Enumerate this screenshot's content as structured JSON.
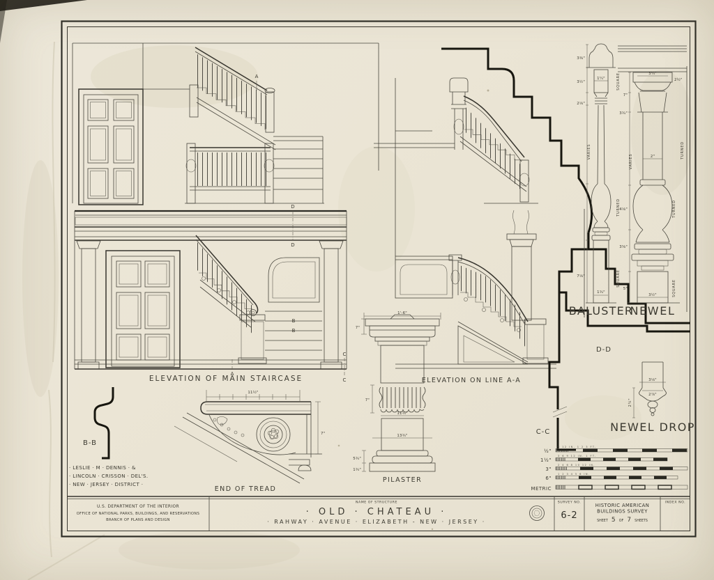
{
  "labels": {
    "elevation_main": "ELEVATION OF MAIN STAIRCASE",
    "elevation_aa": "ELEVATION ON LINE A-A",
    "section_bb": "B-B",
    "section_cc": "C-C",
    "section_dd": "D-D"
  },
  "markers": {
    "a": "A",
    "b": "B",
    "c": "C",
    "d": "D"
  },
  "credits": [
    "· LESLIE · M · DENNIS · &",
    "· LINCOLN · CRISSON · DEL'S.",
    "· NEW · JERSEY · DISTRICT ·"
  ],
  "details": {
    "words": {
      "turned": "TURNED",
      "square": "SQUARE",
      "varies": "VARIES"
    },
    "baluster": {
      "label": "BALUSTER",
      "dims": {
        "cap": "3⅜\"",
        "square_top": "3½\"",
        "width_top": "1¼\"",
        "neck": "2⅛\"",
        "base": "7⅛\"",
        "base_width": "1¾\""
      }
    },
    "newel": {
      "label": "NEWEL",
      "dims": {
        "cap_width": "3¼\"",
        "cap_side": "2½\"",
        "cap_h": "7\"",
        "sub_h": "3¾\"",
        "shaft_width": "2\"",
        "bulb_h": "4⅛\"",
        "lower_h": "3⅝\"",
        "base_h": "5\"",
        "base_width": "3½\""
      }
    },
    "newel_drop": {
      "label": "NEWEL DROP",
      "dims": {
        "top": "3⅛\"",
        "mid": "2⅞\"",
        "side": "2¼\""
      }
    },
    "pilaster": {
      "label": "PILASTER",
      "dims": {
        "top_width": "1'-6\"",
        "cap_h": "7\"",
        "mid_h": "7\"",
        "shaft_width": "11¾\"",
        "base_width": "13¾\"",
        "base_h1": "5¾\"",
        "base_h2": "1¾\""
      }
    },
    "tread": {
      "label": "END OF TREAD",
      "dims": {
        "width": "11½\"",
        "height": "7\""
      }
    }
  },
  "scales": {
    "rows": [
      {
        "label": "½\"",
        "ticks": "6  12 IN.  1  2  3  FT."
      },
      {
        "label": "1½\"",
        "ticks": "3  6  9  12 IN.  1 FT."
      },
      {
        "label": "3\"",
        "ticks": "2  4  6  8  10  12 IN."
      },
      {
        "label": "6\"",
        "ticks": "1  2  3  4  5  6 IN."
      },
      {
        "label": "METRIC",
        "ticks": ""
      }
    ]
  },
  "title_block": {
    "agency": [
      "U.S. DEPARTMENT OF THE INTERIOR",
      "OFFICE OF NATIONAL PARKS, BUILDINGS, AND RESERVATIONS",
      "BRANCH OF PLANS AND DESIGN"
    ],
    "name_of_structure_label": "NAME OF STRUCTURE",
    "structure_name": "· OLD · CHATEAU ·",
    "structure_address": "· RAHWAY · AVENUE · ELIZABETH - NEW · JERSEY ·",
    "survey_label": "SURVEY NO.",
    "survey_no": "6-2",
    "org_line1": "HISTORIC AMERICAN",
    "org_line2": "BUILDINGS SURVEY",
    "sheet_word": "SHEET",
    "sheet_no": "5",
    "of_word": "OF",
    "sheet_total": "7",
    "sheets_word": "SHEETS",
    "index_label": "INDEX NO."
  }
}
